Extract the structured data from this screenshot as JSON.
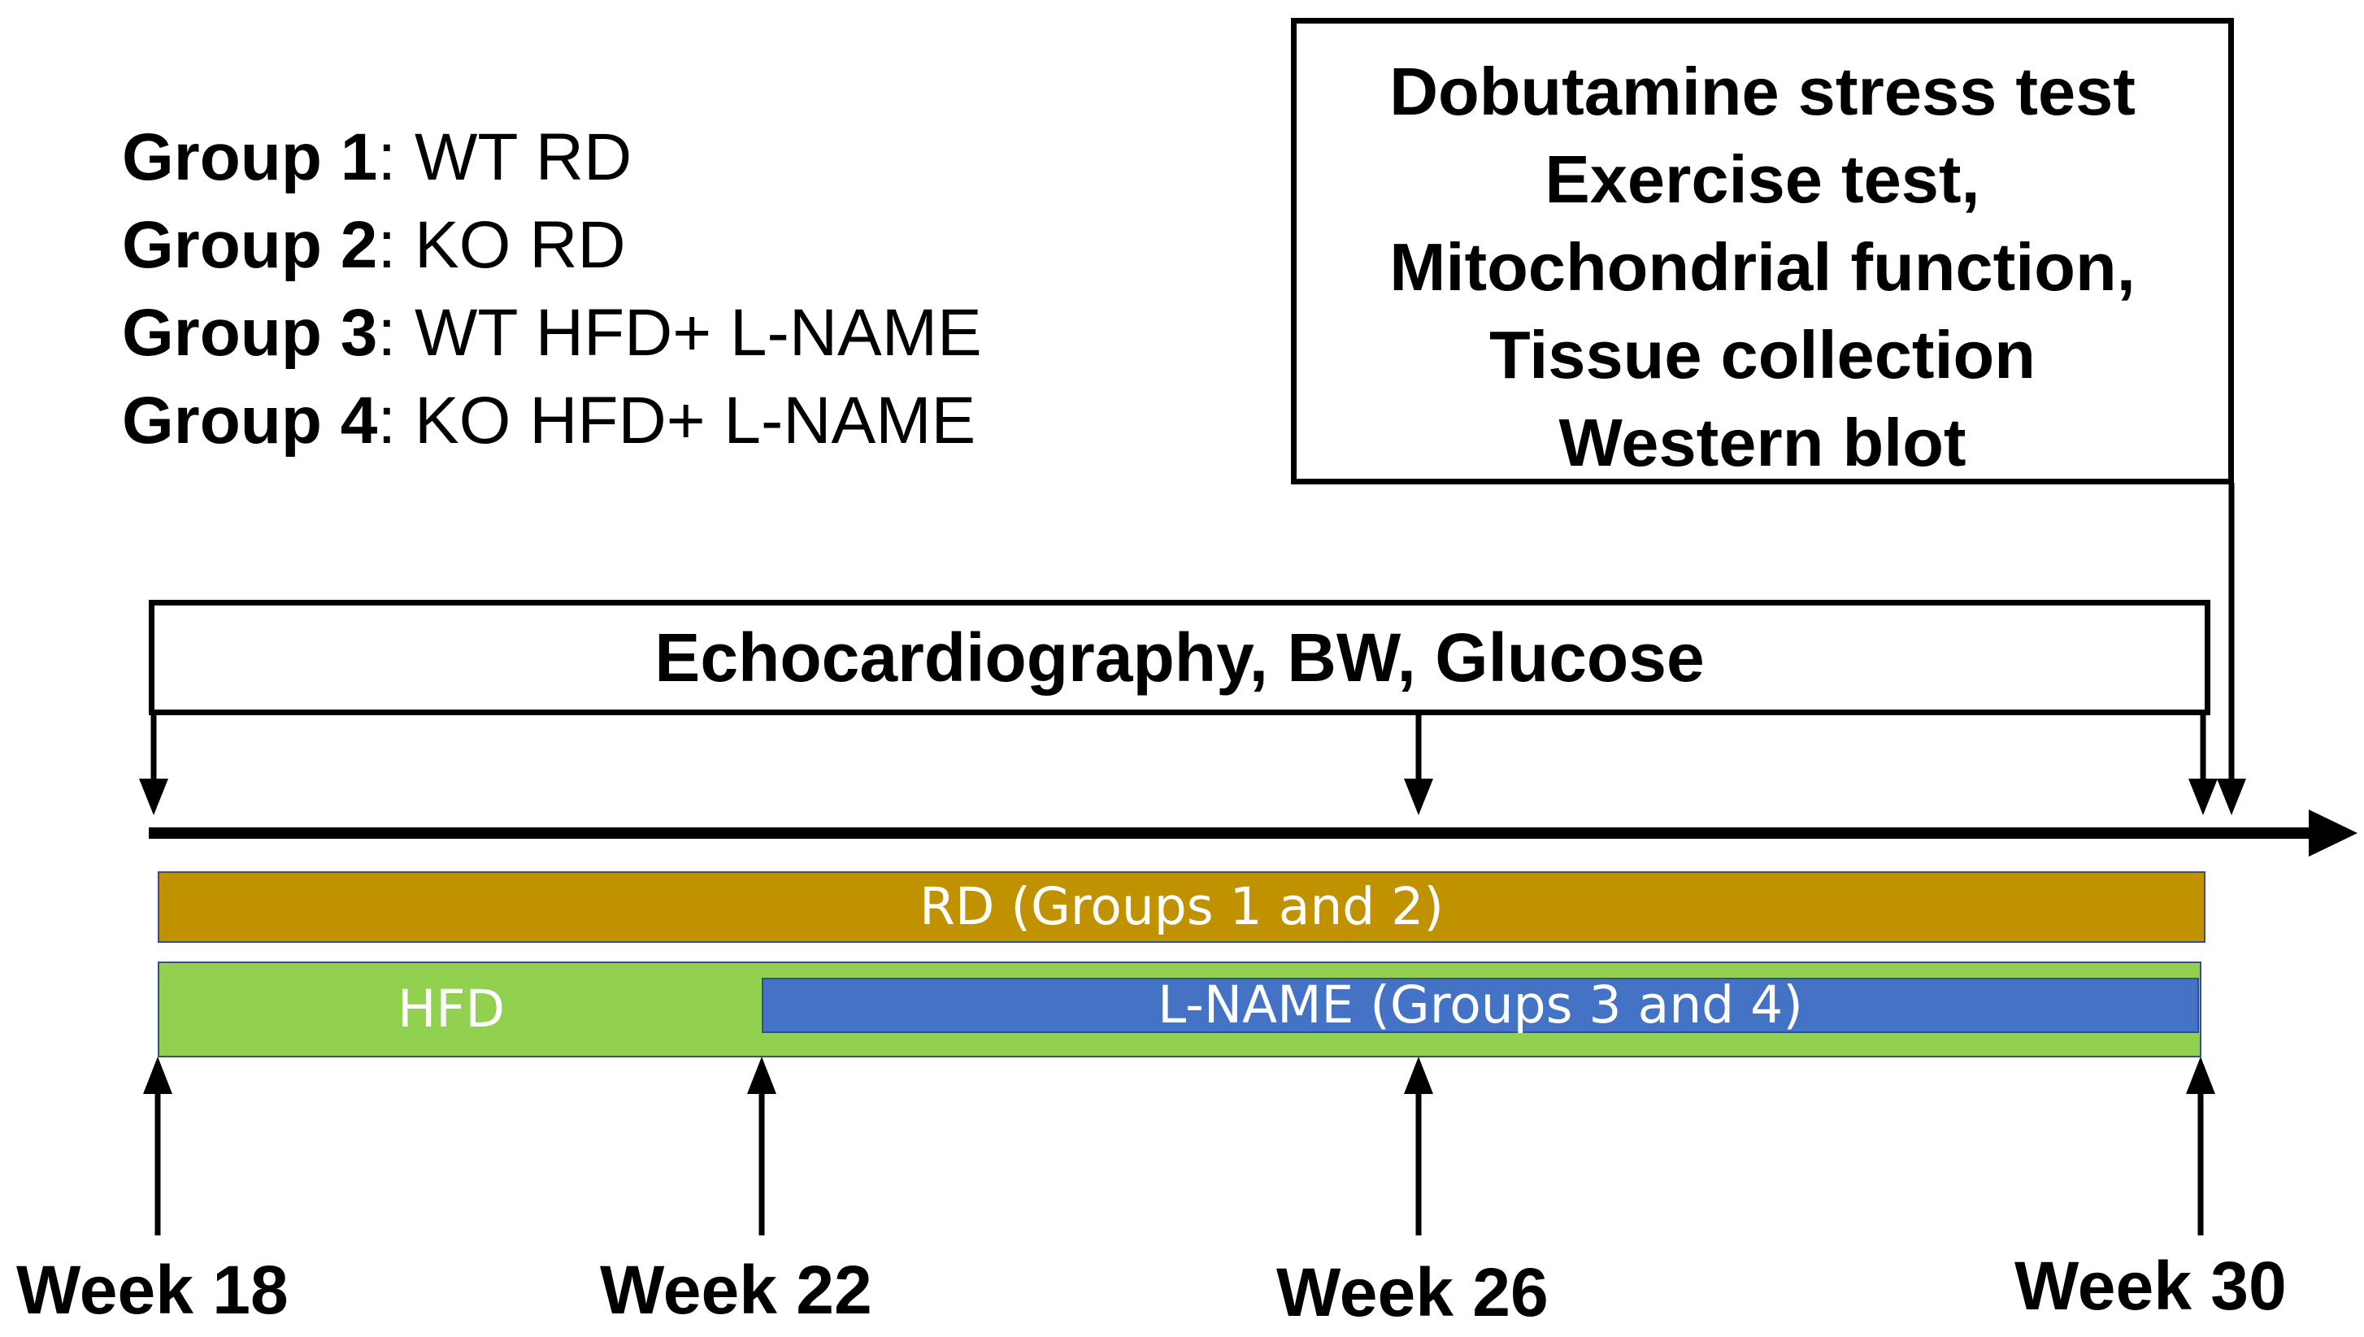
{
  "groups": [
    {
      "key": "Group 1",
      "value": "WT RD"
    },
    {
      "key": "Group 2",
      "value": "KO RD"
    },
    {
      "key": "Group 3",
      "value": "WT HFD+ L-NAME"
    },
    {
      "key": "Group 4",
      "value": "KO HFD+ L-NAME"
    }
  ],
  "final_box": {
    "lines": [
      "Dobutamine stress test",
      "Exercise test,",
      "Mitochondrial function,",
      "Tissue collection",
      "Western blot"
    ]
  },
  "monitor_box": {
    "label": "Echocardiography, BW, Glucose"
  },
  "bars": {
    "rd": {
      "label": "RD (Groups 1 and 2)",
      "color": "#c09200"
    },
    "hfd": {
      "label": "HFD",
      "color": "#92d050"
    },
    "lname": {
      "label": "L-NAME (Groups 3 and 4)",
      "color": "#4472c4"
    }
  },
  "weeks": [
    "Week 18",
    "Week 22",
    "Week 26",
    "Week 30"
  ]
}
